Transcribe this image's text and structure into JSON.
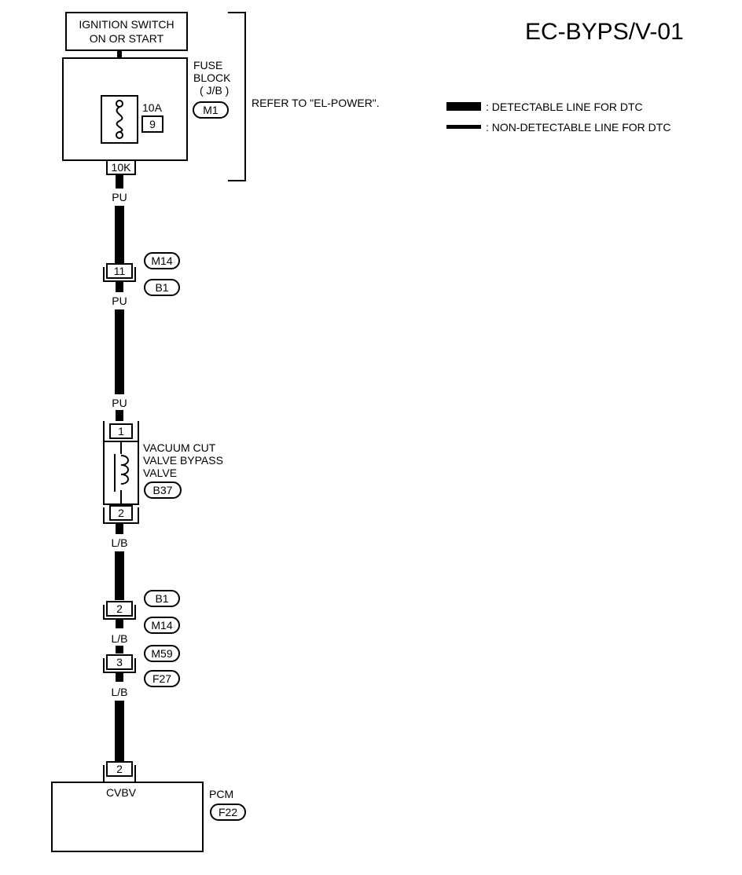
{
  "diagram_id": "EC-BYPS/V-01",
  "legend": [
    {
      "text": ": DETECTABLE LINE FOR DTC",
      "style": "thick"
    },
    {
      "text": ": NON-DETECTABLE LINE FOR DTC",
      "style": "thin"
    }
  ],
  "ignition_switch": {
    "line1": "IGNITION SWITCH",
    "line2": "ON OR START"
  },
  "fuse_block": {
    "line1": "FUSE",
    "line2": "BLOCK",
    "line3": "( J/B )",
    "connector": "M1",
    "fuse_rating": "10A",
    "fuse_number": "9",
    "terminal": "10K",
    "refer_text": "REFER TO \"EL-POWER\"."
  },
  "wires": {
    "w1": "PU",
    "w2": "PU",
    "w3": "PU",
    "w4": "L/B",
    "w5": "L/B",
    "w6": "L/B"
  },
  "connector_a": {
    "pin": "11",
    "top_id": "M14",
    "bottom_id": "B1"
  },
  "valve": {
    "line1": "VACUUM CUT",
    "line2": "VALVE BYPASS",
    "line3": "VALVE",
    "connector": "B37",
    "pin_top": "1",
    "pin_bottom": "2"
  },
  "connector_b": {
    "pin": "2",
    "top_id": "B1",
    "bottom_id": "M14"
  },
  "connector_c": {
    "pin": "3",
    "top_id": "M59",
    "bottom_id": "F27"
  },
  "pcm": {
    "label": "PCM",
    "connector": "F22",
    "pin": "2",
    "terminal_name": "CVBV"
  },
  "colors": {
    "line": "#000000",
    "background": "#ffffff"
  }
}
